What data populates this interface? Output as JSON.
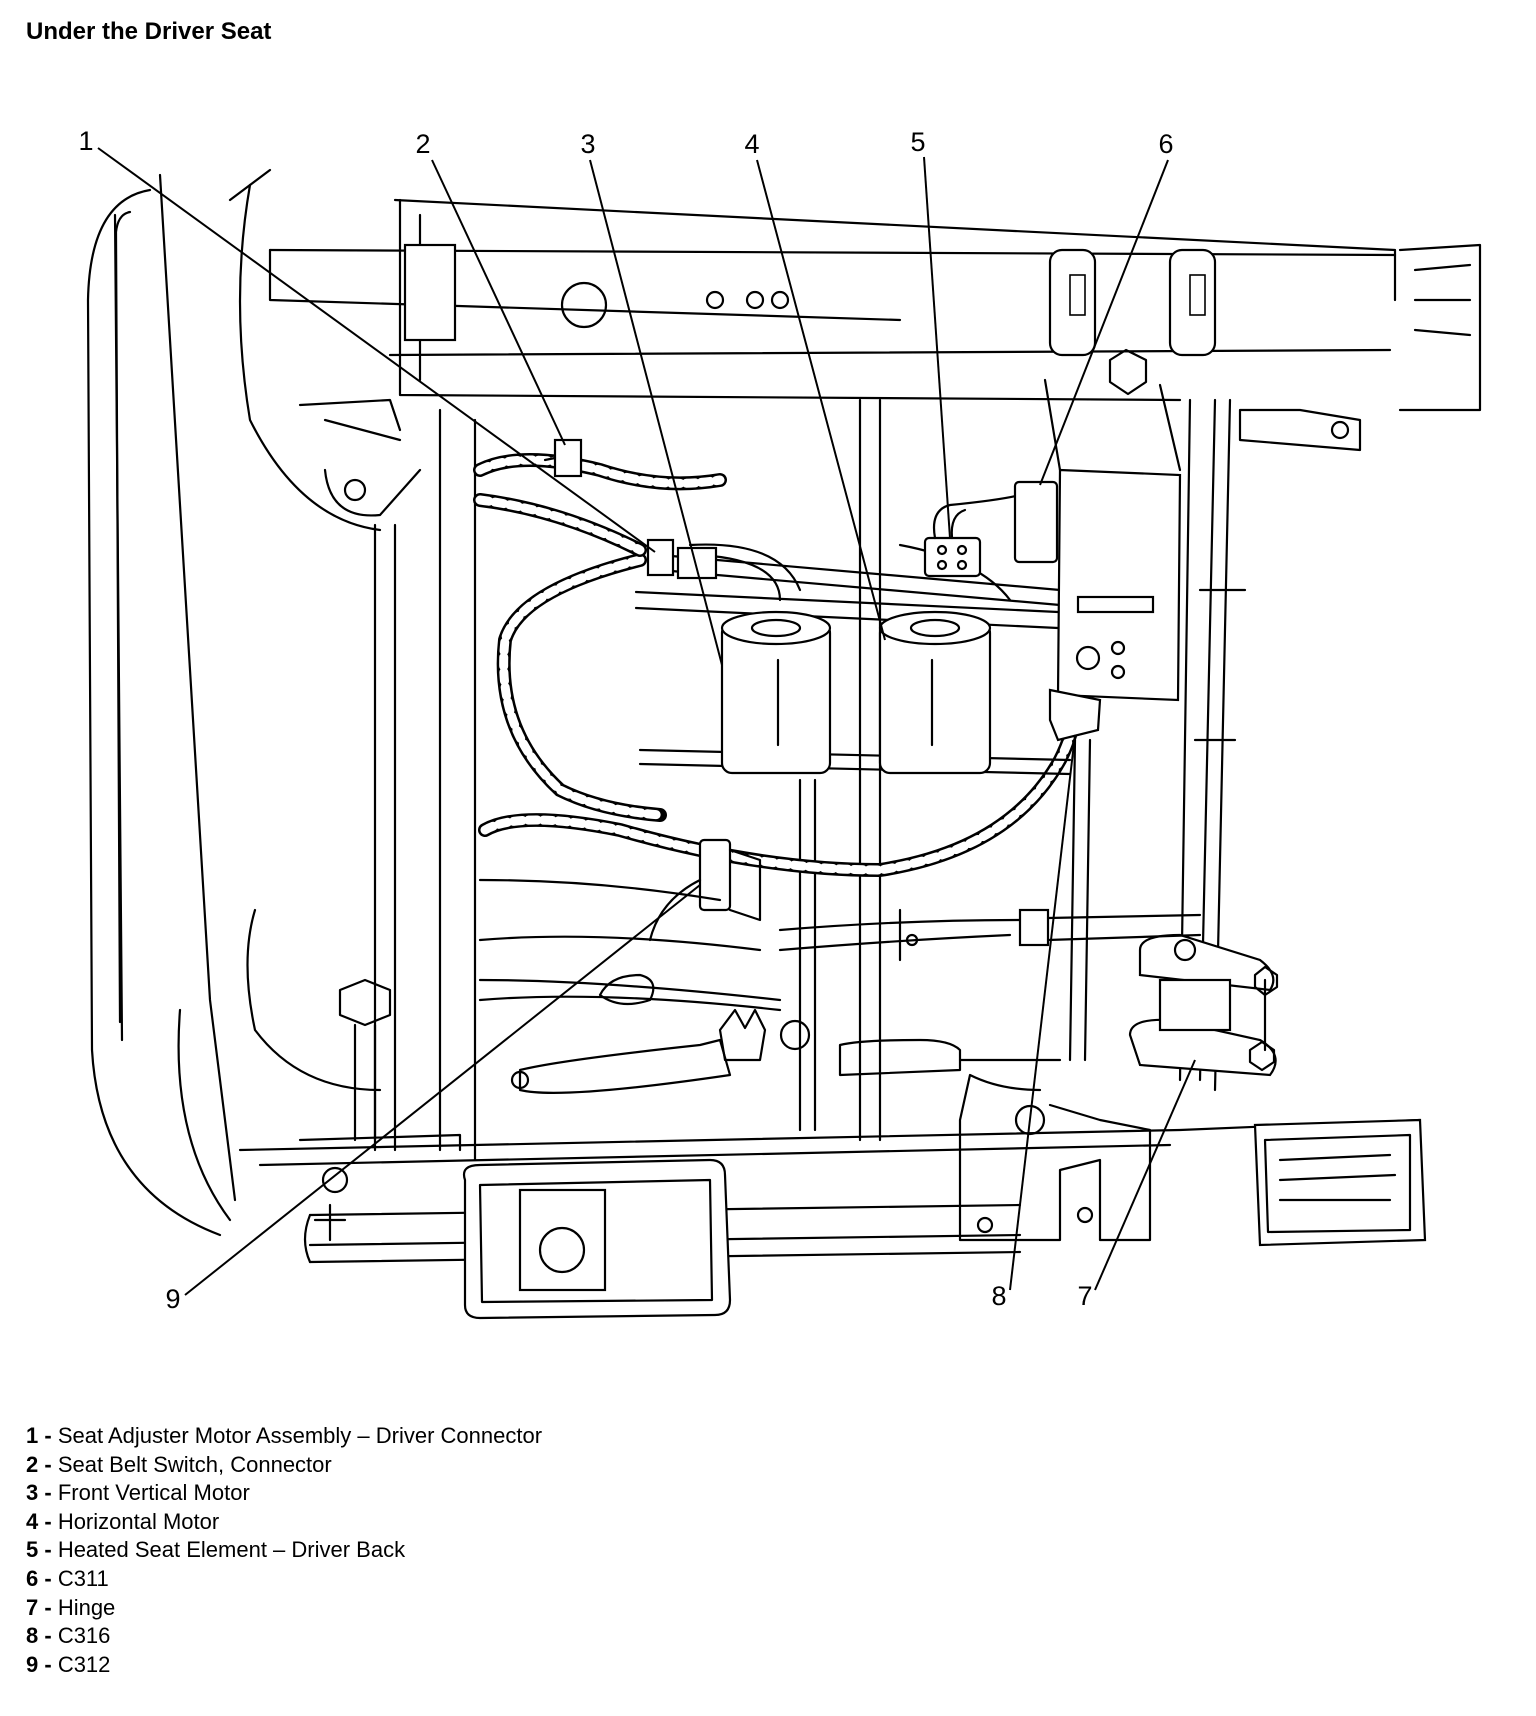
{
  "title": "Under the Driver Seat",
  "callouts": [
    {
      "num": "1",
      "label": "Seat Adjuster Motor Assembly – Driver Connector"
    },
    {
      "num": "2",
      "label": "Seat Belt Switch, Connector"
    },
    {
      "num": "3",
      "label": "Front Vertical Motor"
    },
    {
      "num": "4",
      "label": "Horizontal Motor"
    },
    {
      "num": "5",
      "label": "Heated Seat Element – Driver Back"
    },
    {
      "num": "6",
      "label": "C311"
    },
    {
      "num": "7",
      "label": "Hinge"
    },
    {
      "num": "8",
      "label": "C316"
    },
    {
      "num": "9",
      "label": "C312"
    }
  ]
}
